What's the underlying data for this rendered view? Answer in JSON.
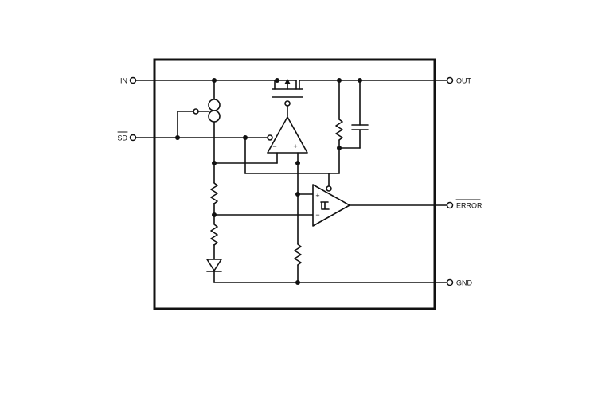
{
  "pins": {
    "in": "IN",
    "sd": "SD",
    "out": "OUT",
    "error": "ERROR",
    "gnd": "GND"
  },
  "amp_signs": {
    "regulator_minus": "−",
    "regulator_plus": "+",
    "comparator_plus": "+",
    "comparator_minus": "−"
  }
}
